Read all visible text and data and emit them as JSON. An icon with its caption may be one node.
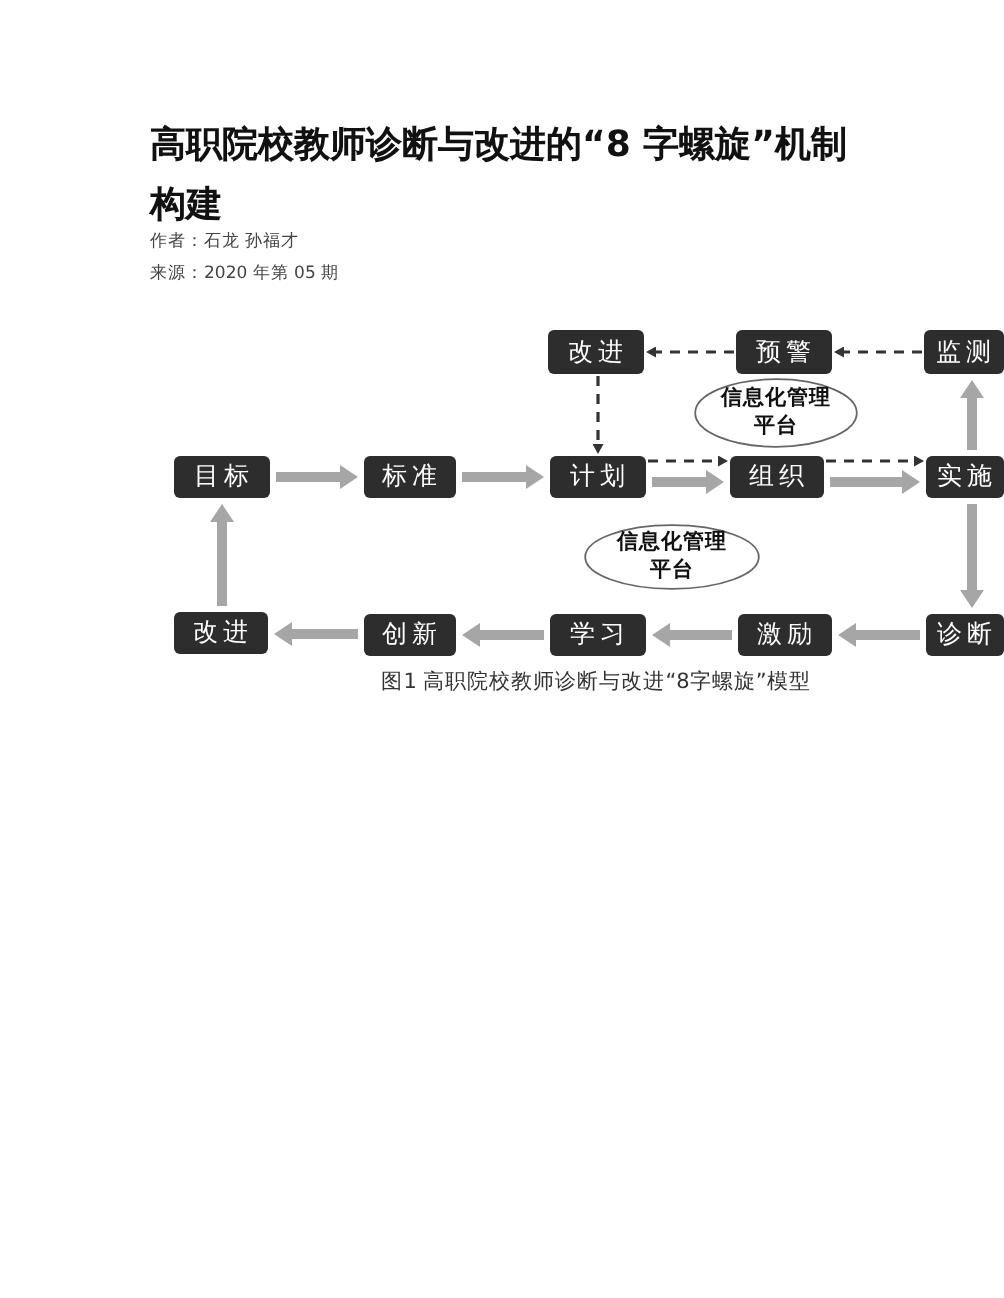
{
  "diagram": {
    "title": "高职院校教师诊断与改进的“8 字螺旋”机制构建",
    "caption": "图1 高职院校教师诊断与改进“8字螺旋”模型",
    "nodes": [
      {
        "text": [
          "改进"
        ]
      },
      {
        "text": [
          "预警"
        ]
      },
      {
        "text": [
          "监测"
        ]
      },
      {
        "text": [
          "信息化管理平台"
        ]
      },
      {
        "text": [
          "目标"
        ]
      },
      {
        "text": [
          "标准"
        ]
      },
      {
        "text": [
          "计划"
        ]
      },
      {
        "text": [
          "组织"
        ]
      },
      {
        "text": [
          "实施"
        ]
      },
      {
        "text": [
          "信息化管理平台"
        ]
      },
      {
        "text": [
          "改进"
        ]
      },
      {
        "text": [
          "创新"
        ]
      },
      {
        "text": [
          "学习"
        ]
      },
      {
        "text": [
          "激励"
        ]
      },
      {
        "text": [
          "诊断"
        ]
      }
    ],
    "edges": [
      {
        "from": 4,
        "to": 5,
        "arrow": "to"
      },
      {
        "from": 5,
        "to": 6,
        "arrow": "to"
      },
      {
        "from": 6,
        "to": 7,
        "arrow": "to"
      },
      {
        "from": 6,
        "to": 7,
        "arrow": "to",
        "style": "dashed",
        "color": "#333333"
      },
      {
        "from": 7,
        "to": 8,
        "arrow": "to"
      },
      {
        "from": 7,
        "to": 8,
        "arrow": "to",
        "style": "dashed",
        "color": "#333333"
      },
      {
        "from": 8,
        "to": 2,
        "arrow": "to"
      },
      {
        "from": 2,
        "to": 1,
        "arrow": "to",
        "style": "dashed",
        "color": "#333333"
      },
      {
        "from": 1,
        "to": 0,
        "arrow": "to",
        "style": "dashed",
        "color": "#333333"
      },
      {
        "from": 0,
        "to": 6,
        "arrow": "to",
        "style": "dashed",
        "color": "#333333"
      },
      {
        "from": 8,
        "to": 14,
        "arrow": "to"
      },
      {
        "from": 14,
        "to": 13,
        "arrow": "to"
      },
      {
        "from": 13,
        "to": 12,
        "arrow": "to"
      },
      {
        "from": 12,
        "to": 11,
        "arrow": "to"
      },
      {
        "from": 11,
        "to": 10,
        "arrow": "to"
      },
      {
        "from": 10,
        "to": 4,
        "arrow": "to"
      }
    ],
    "labels": [
      "作者：石龙 孙福才",
      "来源：2020 年第 05 期"
    ]
  }
}
